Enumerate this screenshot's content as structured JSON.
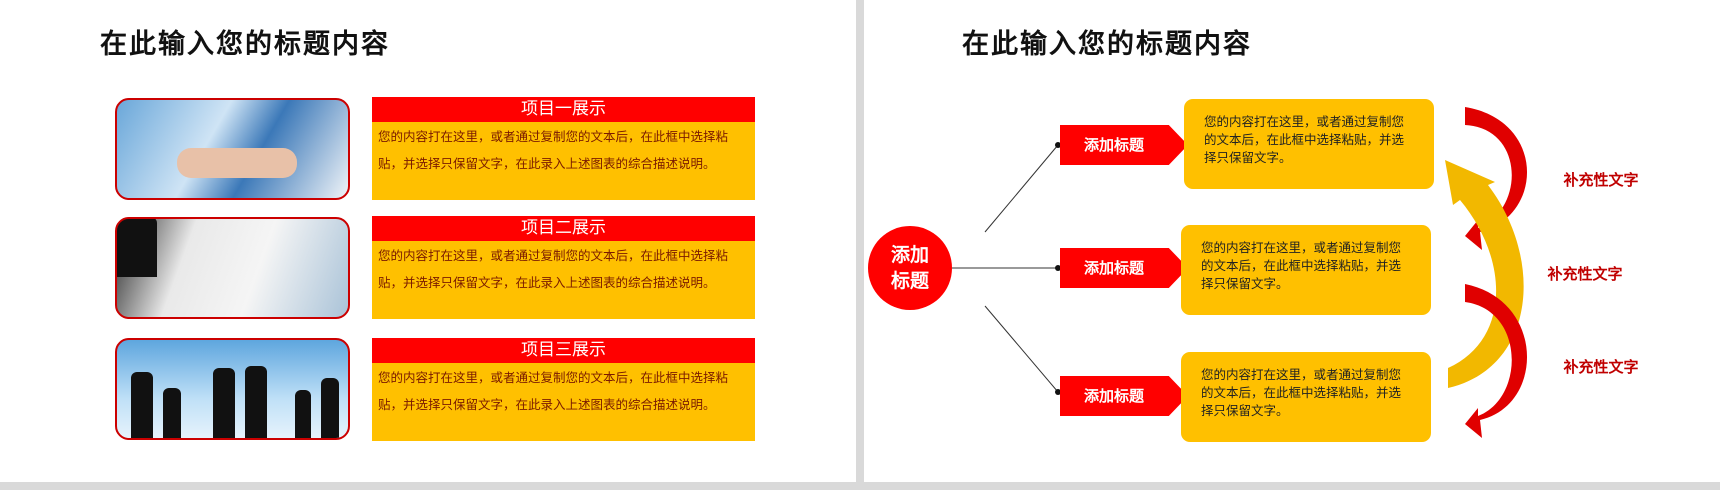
{
  "slide1": {
    "title": "在此输入您的标题内容",
    "items": [
      {
        "heading": "项目一展示",
        "body": "您的内容打在这里，或者通过复制您的文本后，在此框中选择粘贴，并选择只保留文字，在此录入上述图表的综合描述说明。"
      },
      {
        "heading": "项目二展示",
        "body": "您的内容打在这里，或者通过复制您的文本后，在此框中选择粘贴，并选择只保留文字，在此录入上述图表的综合描述说明。"
      },
      {
        "heading": "项目三展示",
        "body": "您的内容打在这里，或者通过复制您的文本后，在此框中选择粘贴，并选择只保留文字，在此录入上述图表的综合描述说明。"
      }
    ]
  },
  "slide2": {
    "title": "在此输入您的标题内容",
    "center": "添加标题",
    "branches": [
      {
        "tag": "添加标题",
        "body": "您的内容打在这里，或者通过复制您的文本后，在此框中选择粘贴，并选择只保留文字。"
      },
      {
        "tag": "添加标题",
        "body": "您的内容打在这里，或者通过复制您的文本后，在此框中选择粘贴，并选择只保留文字。"
      },
      {
        "tag": "添加标题",
        "body": "您的内容打在这里，或者通过复制您的文本后，在此框中选择粘贴，并选择只保留文字。"
      }
    ],
    "supplements": [
      "补充性文字",
      "补充性文字",
      "补充性文字"
    ]
  },
  "colors": {
    "red": "#ff0000",
    "yellow": "#ffc000",
    "dark_red": "#c00000"
  }
}
